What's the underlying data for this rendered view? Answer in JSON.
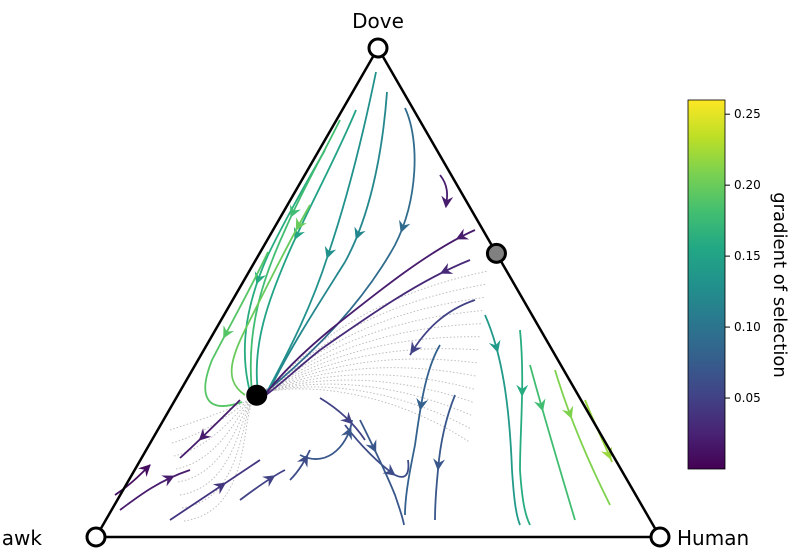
{
  "chart_data": {
    "type": "ternary-streamplot",
    "title": "",
    "vertices": {
      "top": "Dove",
      "left": "Hawk",
      "right": "Human"
    },
    "fixed_points": [
      {
        "name": "Dove",
        "state": "unstable",
        "coords": {
          "Hawk": 0,
          "Dove": 1,
          "Human": 0
        }
      },
      {
        "name": "Hawk",
        "state": "unstable",
        "coords": {
          "Hawk": 1,
          "Dove": 0,
          "Human": 0
        }
      },
      {
        "name": "Human",
        "state": "unstable",
        "coords": {
          "Hawk": 0,
          "Dove": 0,
          "Human": 1
        }
      },
      {
        "name": "Dove-Human edge point",
        "state": "saddle",
        "coords": {
          "Hawk": 0,
          "Dove": 0.58,
          "Human": 0.42
        }
      },
      {
        "name": "interior",
        "state": "stable",
        "coords": {
          "Hawk": 0.57,
          "Dove": 0.29,
          "Human": 0.14
        }
      }
    ],
    "colorbar": {
      "label": "gradient of selection",
      "colormap": "viridis",
      "range": [
        0.0,
        0.26
      ],
      "ticks": [
        0.05,
        0.1,
        0.15,
        0.2,
        0.25
      ],
      "tick_labels": [
        "0.05",
        "0.10",
        "0.15",
        "0.20",
        "0.25"
      ]
    },
    "colors": {
      "stable_point": "#000000",
      "saddle_point": "#808080",
      "unstable_point": "#ffffff",
      "trajectory": "#9a9a9a"
    }
  }
}
